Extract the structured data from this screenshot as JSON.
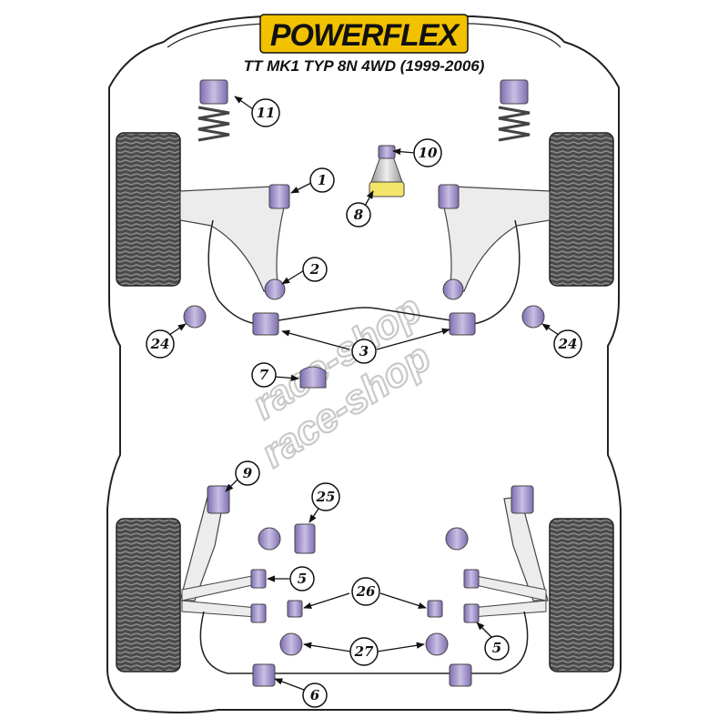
{
  "brand": {
    "logo_text": "POWERFLEX",
    "logo_bg": "#f2c200"
  },
  "vehicle_title": "TT MK1 TYP 8N 4WD (1999-2006)",
  "watermark": [
    "race-shop",
    "race-shop"
  ],
  "colors": {
    "bush_purple": "#9b8cc2",
    "bush_light": "#d6cde9",
    "bush_yellow": "#f3e46a",
    "arm_grey": "#e8e8e8",
    "tyre_dark": "#333333"
  },
  "labels": {
    "n1": "1",
    "n2": "2",
    "n3": "3",
    "n5a": "5",
    "n5b": "5",
    "n6": "6",
    "n7": "7",
    "n8": "8",
    "n9": "9",
    "n10": "10",
    "n11": "11",
    "n24a": "24",
    "n24b": "24",
    "n25": "25",
    "n26": "26",
    "n27": "27"
  }
}
